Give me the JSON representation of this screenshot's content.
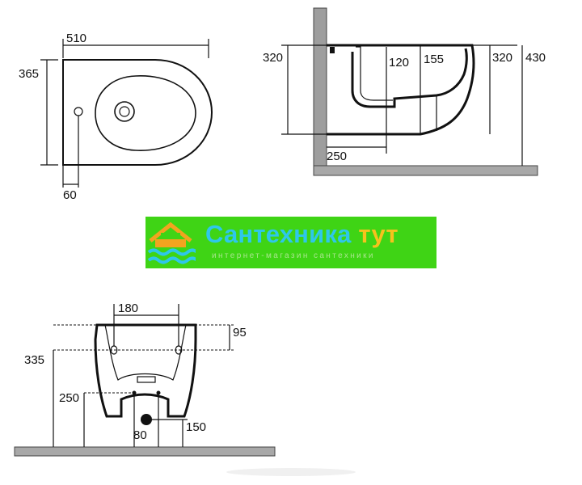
{
  "top_view": {
    "width": "510",
    "depth": "365",
    "tap_offset": "60"
  },
  "side_view": {
    "height_320_left": "320",
    "inner_120": "120",
    "inner_155": "155",
    "height_320_right": "320",
    "height_430": "430",
    "drain_250": "250"
  },
  "front_view": {
    "bolt_spacing": "180",
    "bolt_height": "95",
    "total_height": "335",
    "inlet_height": "250",
    "drain_width": "80",
    "drain_height": "150"
  },
  "banner": {
    "title": "Сантехника",
    "title_accent": "тут",
    "subtitle": "интернет-магазин сантехники",
    "colors": {
      "background": "#3fd415",
      "title": "#2ec7ea",
      "accent": "#f6c21d",
      "roof": "#f2a41f",
      "waves": "#2ec7ea"
    },
    "logo_icon": "house-with-waves-icon"
  },
  "colors": {
    "line": "#111111",
    "floor": "#a8a8a8"
  }
}
